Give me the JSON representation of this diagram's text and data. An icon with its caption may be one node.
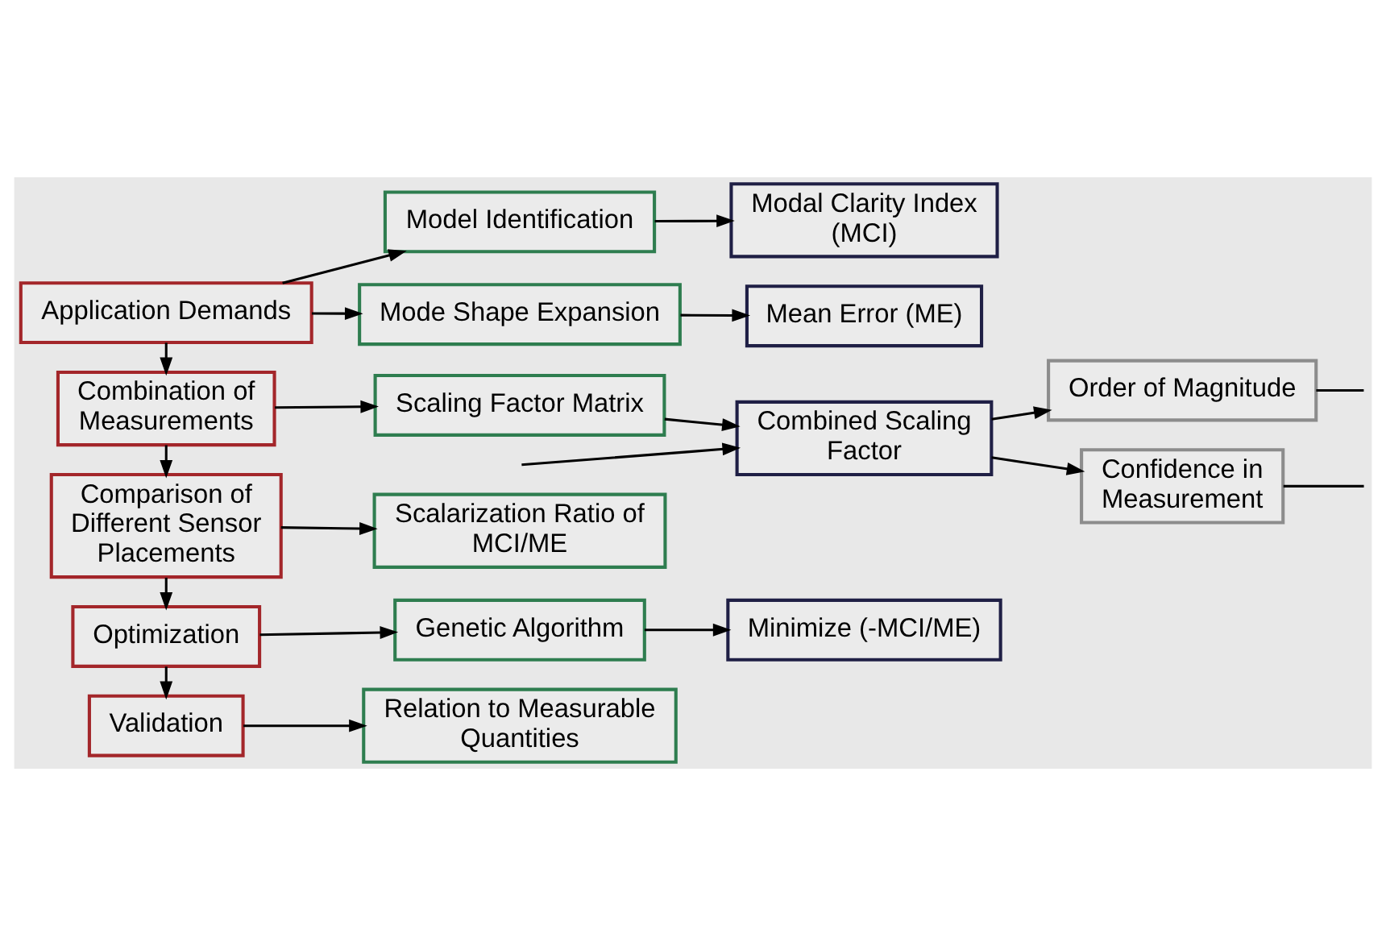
{
  "diagram": {
    "nodes": [
      {
        "text": [
          "Application Demands"
        ]
      },
      {
        "text": [
          "Model Identification"
        ]
      },
      {
        "text": [
          "Modal Clarity Index (MCI)"
        ]
      },
      {
        "text": [
          "Mode Shape Expansion"
        ]
      },
      {
        "text": [
          "Mean Error (ME)"
        ]
      },
      {
        "text": [
          "Combination of Measurements"
        ]
      },
      {
        "text": [
          "Scaling Factor Matrix"
        ]
      },
      {
        "text": [
          "Combined Scaling Factor"
        ]
      },
      {
        "text": [
          "Order of Magnitude"
        ]
      },
      {
        "text": [
          "Confidence in Measurement"
        ]
      },
      {
        "text": [
          "Comparison of Different Sensor Placements"
        ]
      },
      {
        "text": [
          "Scalarization Ratio of MCI/ME"
        ]
      },
      {
        "text": [
          "Optimization"
        ]
      },
      {
        "text": [
          "Genetic Algorithm"
        ]
      },
      {
        "text": [
          "Minimize (-MCI/ME)"
        ]
      },
      {
        "text": [
          "Validation"
        ]
      },
      {
        "text": [
          "Relation to Measurable Quantities"
        ]
      }
    ],
    "edges": [
      {
        "from": 0,
        "to": 1,
        "arrow": "to"
      },
      {
        "from": 0,
        "to": 3,
        "arrow": "to"
      },
      {
        "from": 1,
        "to": 2,
        "arrow": "to"
      },
      {
        "from": 3,
        "to": 4,
        "arrow": "to"
      },
      {
        "from": 0,
        "to": 5,
        "arrow": "to"
      },
      {
        "from": 5,
        "to": 6,
        "arrow": "to"
      },
      {
        "from": 6,
        "to": 7,
        "arrow": "to"
      },
      {
        "from": 7,
        "to": 8,
        "arrow": "to"
      },
      {
        "from": 7,
        "to": 9,
        "arrow": "to"
      },
      {
        "from": null,
        "to": 7,
        "arrow": "to"
      },
      {
        "from": 8,
        "to": null,
        "arrow": "none"
      },
      {
        "from": 9,
        "to": null,
        "arrow": "none"
      },
      {
        "from": 5,
        "to": 10,
        "arrow": "to"
      },
      {
        "from": 10,
        "to": 11,
        "arrow": "to"
      },
      {
        "from": 10,
        "to": 12,
        "arrow": "to"
      },
      {
        "from": 12,
        "to": 13,
        "arrow": "to"
      },
      {
        "from": 13,
        "to": 14,
        "arrow": "to"
      },
      {
        "from": 12,
        "to": 15,
        "arrow": "to"
      },
      {
        "from": 15,
        "to": 16,
        "arrow": "to"
      }
    ]
  }
}
